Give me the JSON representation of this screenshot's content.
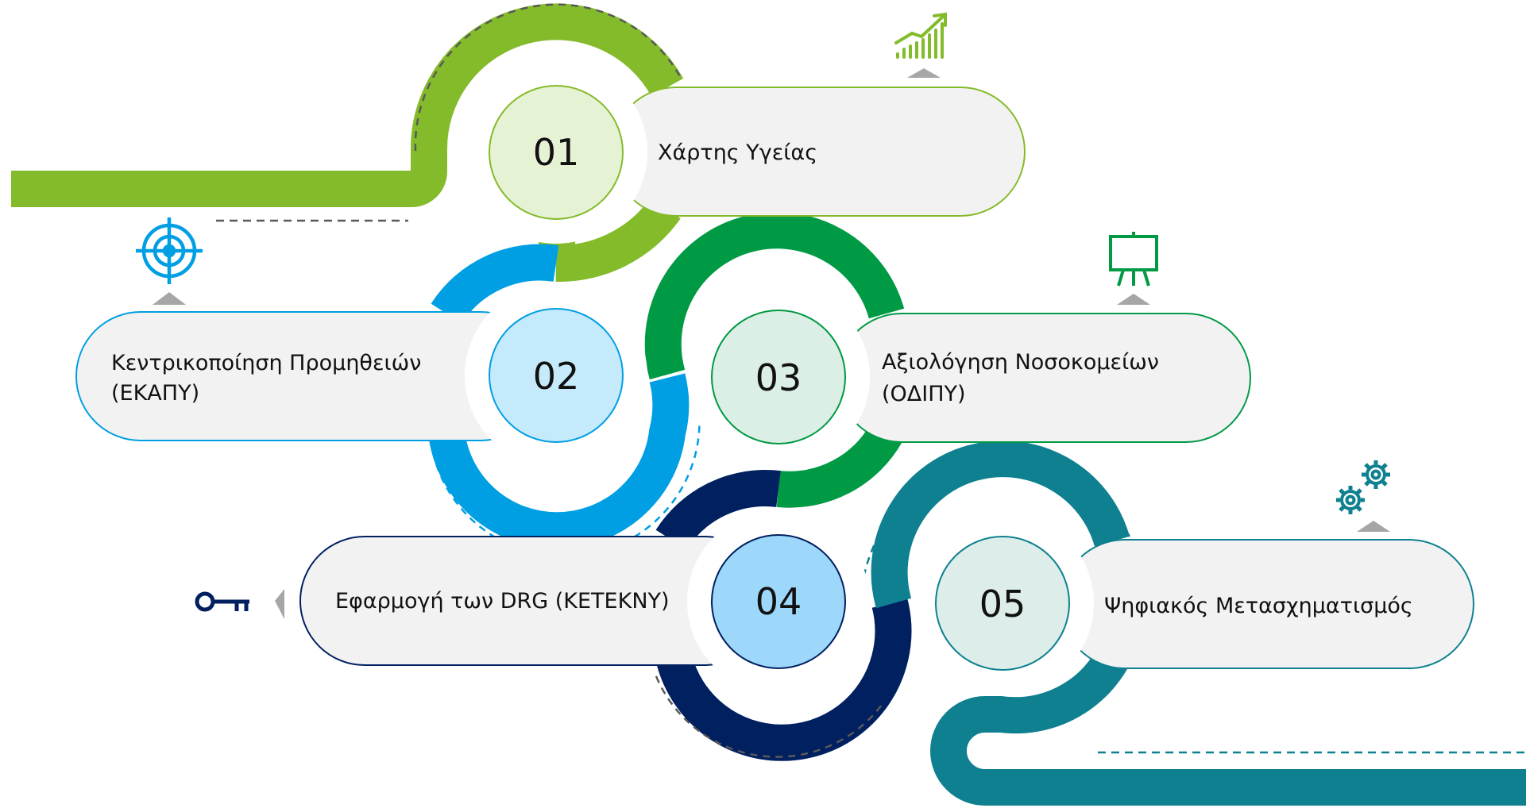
{
  "colors": {
    "step1": "#84BB2A",
    "step2": "#009FE3",
    "step3": "#009A44",
    "step4": "#002060",
    "step5": "#0E8090",
    "pill_fill": "#F2F2F2",
    "arrow": "#A6A6A6",
    "dash": "#595959"
  },
  "steps": [
    {
      "number": "01",
      "lines": [
        "Χάρτης Υγείας"
      ],
      "icon": "growth-chart-icon",
      "circle_fill": "#E6F2D4"
    },
    {
      "number": "02",
      "lines": [
        "Κεντρικοποίηση Προμηθειών",
        "(ΕΚΑΠΥ)"
      ],
      "icon": "target-icon",
      "circle_fill": "#C5EAFB"
    },
    {
      "number": "03",
      "lines": [
        "Αξιολόγηση Νοσοκομείων",
        "(ΟΔΙΠΥ)"
      ],
      "icon": "presentation-board-icon",
      "circle_fill": "#DCEFE6"
    },
    {
      "number": "04",
      "lines": [
        "Εφαρμογή των DRG (ΚΕΤΕΚΝΥ)"
      ],
      "icon": "key-icon",
      "circle_fill": "#9DD8FA"
    },
    {
      "number": "05",
      "lines": [
        "Ψηφιακός  Μετασχηματισμός"
      ],
      "icon": "gears-icon",
      "circle_fill": "#DDEEEA"
    }
  ]
}
